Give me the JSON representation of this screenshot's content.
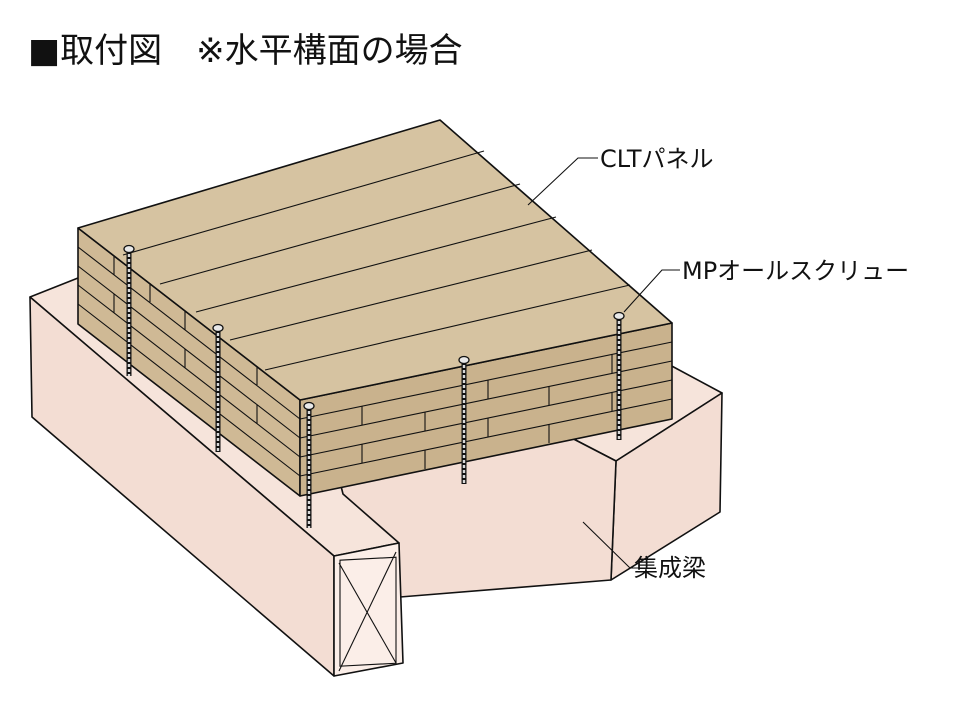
{
  "title": "■取付図　※水平構面の場合",
  "labels": {
    "clt_panel": "CLTパネル",
    "screw": "MPオールスクリュー",
    "beam": "集成梁"
  },
  "colors": {
    "beam": "#f3ddd3",
    "beam_end": "#fbeee8",
    "clt_top": "#d6c3a1",
    "clt_side": "#cfb995",
    "clt_front": "#c9b28d",
    "screw": "#bfbfbf",
    "line": "#111111"
  },
  "layer_count": 5,
  "screw_count": 5
}
